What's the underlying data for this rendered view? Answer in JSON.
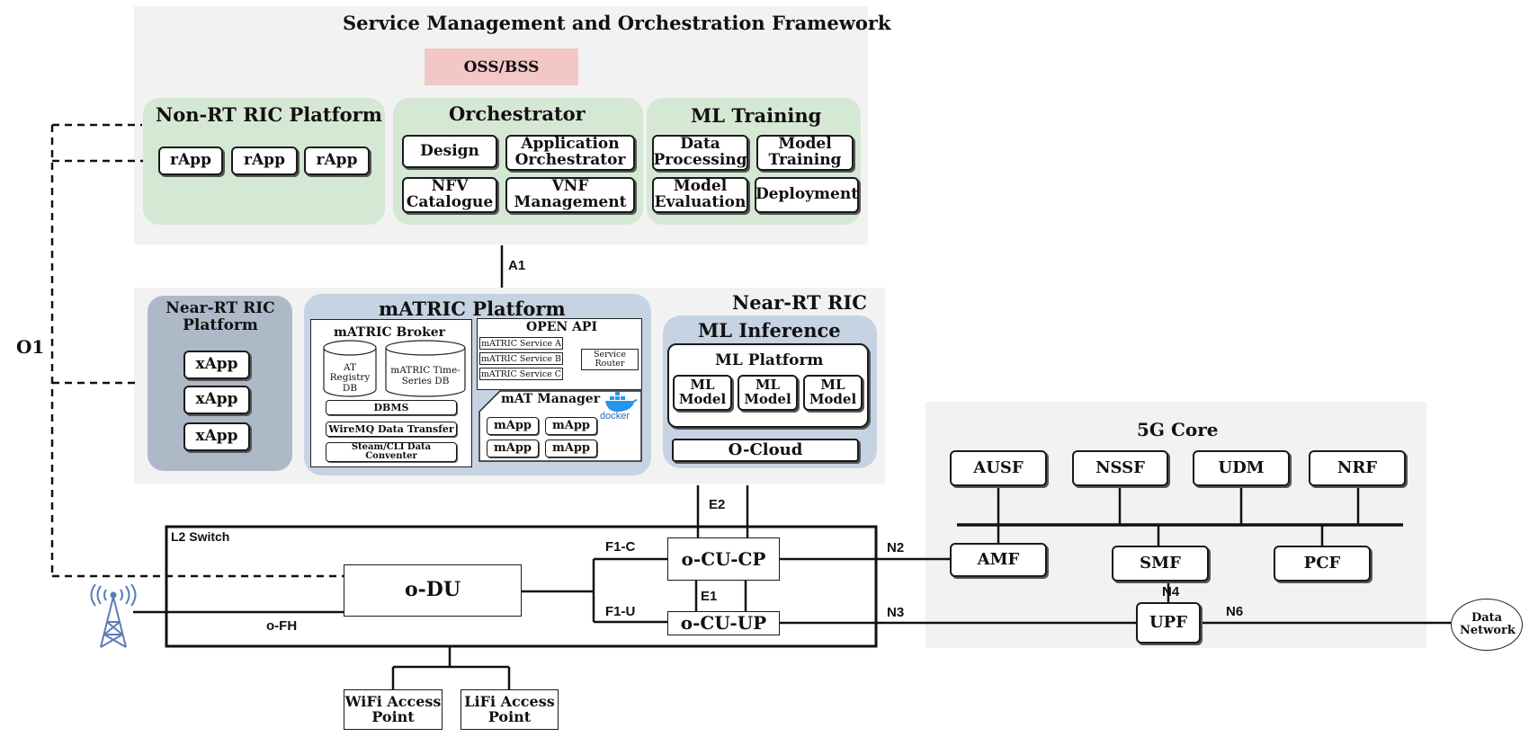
{
  "smo": {
    "title": "Service Management and Orchestration Framework",
    "oss_bss": "OSS/BSS",
    "non_rt": {
      "title": "Non-RT RIC Platform",
      "apps": [
        "rApp",
        "rApp",
        "rApp"
      ]
    },
    "orchestrator": {
      "title": "Orchestrator",
      "items": [
        "Design",
        "Application Orchestrator",
        "NFV Catalogue",
        "VNF Management"
      ]
    },
    "ml_training": {
      "title": "ML Training",
      "items": [
        "Data Processing",
        "Model Training",
        "Model Evaluation",
        "Deployment"
      ]
    }
  },
  "interfaces": {
    "a1": "A1",
    "o1": "O1",
    "e2": "E2",
    "e1": "E1",
    "f1c": "F1-C",
    "f1u": "F1-U",
    "n2": "N2",
    "n3": "N3",
    "n4": "N4",
    "n6": "N6",
    "ofh": "o-FH"
  },
  "near_rt": {
    "title": "Near-RT RIC",
    "platform": {
      "title": "Near-RT RIC Platform",
      "apps": [
        "xApp",
        "xApp",
        "xApp"
      ]
    },
    "matric": {
      "title": "mATRIC Platform",
      "broker": {
        "title": "mATRIC Broker",
        "db1": "AT Registry DB",
        "db2": "mATRIC Time-Series DB",
        "items": [
          "DBMS",
          "WireMQ Data Transfer",
          "Steam/CLI Data Conventer"
        ]
      },
      "open_api": {
        "title": "OPEN API",
        "services": [
          "mATRIC Service A",
          "mATRIC Service B",
          "mATRIC Service C"
        ],
        "router": "Service Router"
      },
      "manager": {
        "title": "mAT Manager",
        "docker": "docker",
        "apps": [
          "mApp",
          "mApp",
          "mApp",
          "mApp"
        ]
      }
    },
    "ml_inference": {
      "title": "ML Inference",
      "platform_title": "ML Platform",
      "models": [
        "ML Model",
        "ML Model",
        "ML Model"
      ],
      "ocloud": "O-Cloud"
    }
  },
  "ran": {
    "l2_switch": "L2 Switch",
    "odu": "o-DU",
    "ocu_cp": "o-CU-CP",
    "ocu_up": "o-CU-UP",
    "wifi": "WiFi Access Point",
    "lifi": "LiFi Access Point"
  },
  "core": {
    "title": "5G Core",
    "functions": [
      "AUSF",
      "NSSF",
      "UDM",
      "NRF"
    ],
    "amf": "AMF",
    "smf": "SMF",
    "pcf": "PCF",
    "upf": "UPF",
    "data_network": "Data Network"
  },
  "colors": {
    "smo_bg": "#f2f2f2",
    "green": "#d5e8d4",
    "blue": "#c6d3e3",
    "slate": "#aeb9c8",
    "oss_bss": "#f4c7c7"
  }
}
